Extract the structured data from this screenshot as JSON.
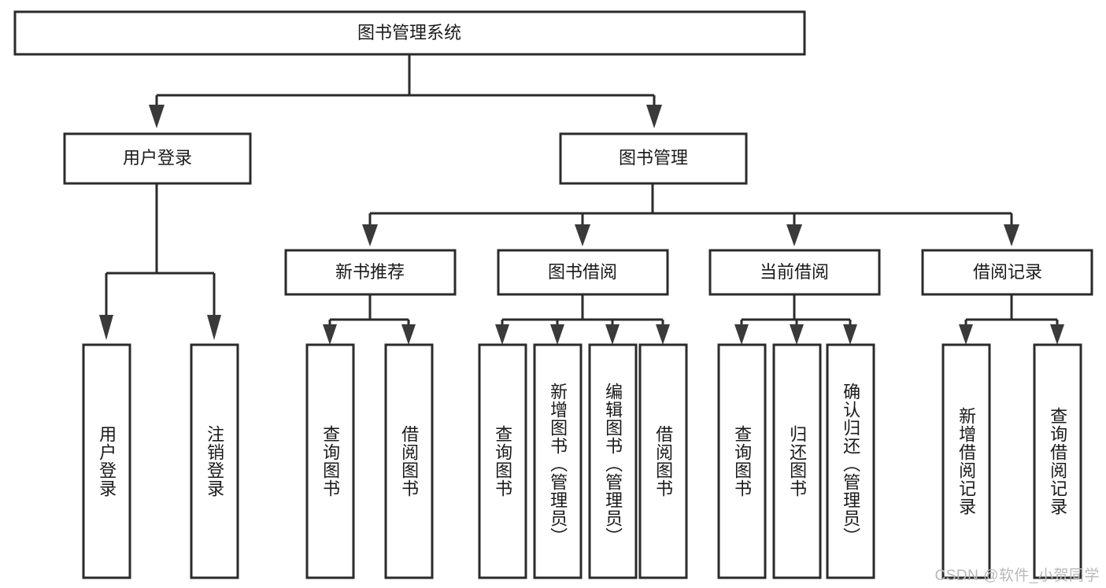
{
  "diagram": {
    "type": "hierarchy-tree",
    "title": "图书管理系统",
    "watermark": "CSDN @软件_小贺同学",
    "colors": {
      "box_fill": "#ffffff",
      "box_stroke": "#2b2b2b",
      "connector": "#2b2b2b",
      "arrow": "#3a3a3a",
      "text": "#1a1a1a",
      "watermark": "#b9b9b9"
    },
    "levels": {
      "root": {
        "label": "图书管理系统",
        "orientation": "horizontal"
      },
      "level2": [
        {
          "label": "用户登录",
          "orientation": "horizontal"
        },
        {
          "label": "图书管理",
          "orientation": "horizontal"
        }
      ],
      "level3": [
        {
          "label": "新书推荐",
          "orientation": "horizontal"
        },
        {
          "label": "图书借阅",
          "orientation": "horizontal"
        },
        {
          "label": "当前借阅",
          "orientation": "horizontal"
        },
        {
          "label": "借阅记录",
          "orientation": "horizontal"
        }
      ],
      "leaves": [
        {
          "label": "用户登录",
          "orientation": "vertical",
          "parent": "用户登录"
        },
        {
          "label": "注销登录",
          "orientation": "vertical",
          "parent": "用户登录"
        },
        {
          "label": "查询图书",
          "orientation": "vertical",
          "parent": "新书推荐"
        },
        {
          "label": "借阅图书",
          "orientation": "vertical",
          "parent": "新书推荐"
        },
        {
          "label": "查询图书",
          "orientation": "vertical",
          "parent": "图书借阅"
        },
        {
          "label": "新增图书（管理员）",
          "orientation": "vertical",
          "parent": "图书借阅"
        },
        {
          "label": "编辑图书（管理员）",
          "orientation": "vertical",
          "parent": "图书借阅"
        },
        {
          "label": "借阅图书",
          "orientation": "vertical",
          "parent": "图书借阅"
        },
        {
          "label": "查询图书",
          "orientation": "vertical",
          "parent": "当前借阅"
        },
        {
          "label": "归还图书",
          "orientation": "vertical",
          "parent": "当前借阅"
        },
        {
          "label": "确认归还（管理员）",
          "orientation": "vertical",
          "parent": "当前借阅"
        },
        {
          "label": "新增借阅记录",
          "orientation": "vertical",
          "parent": "借阅记录"
        },
        {
          "label": "查询借阅记录",
          "orientation": "vertical",
          "parent": "借阅记录"
        }
      ]
    }
  }
}
